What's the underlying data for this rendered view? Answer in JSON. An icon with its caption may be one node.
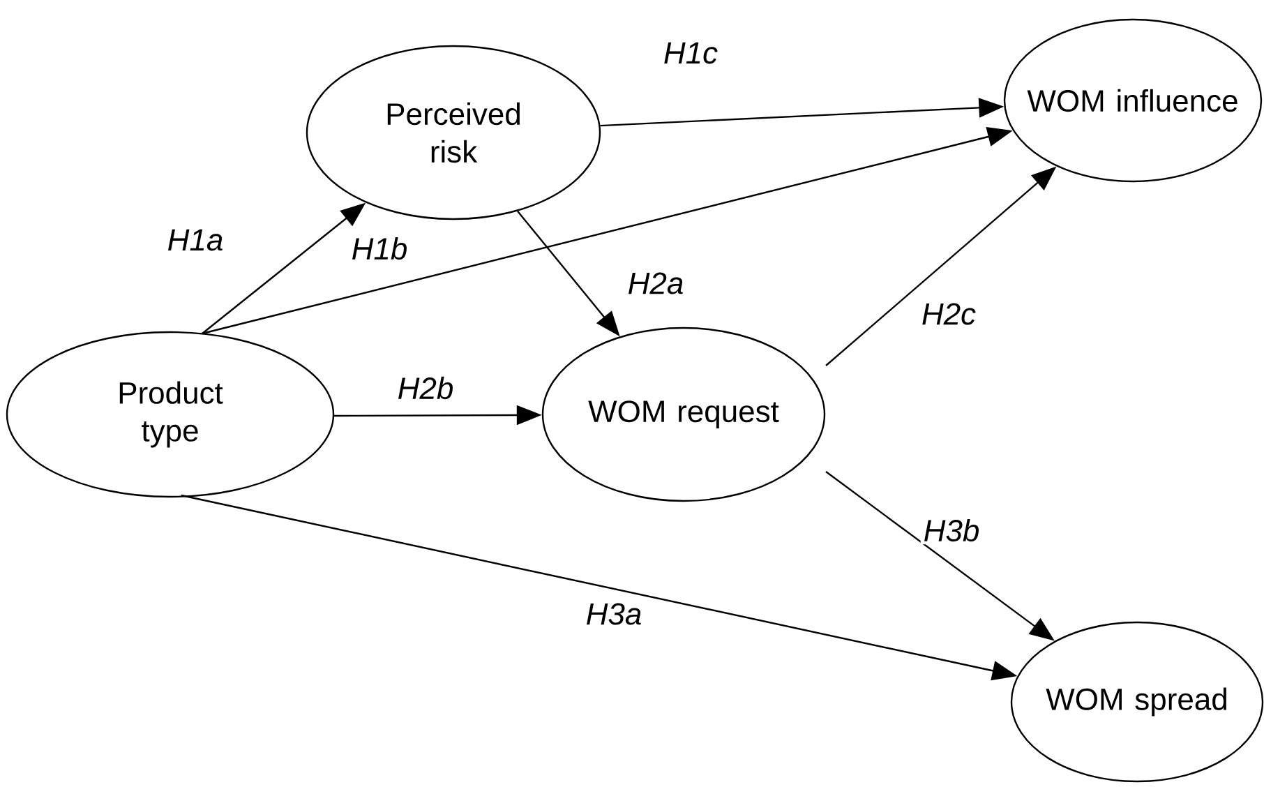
{
  "diagram": {
    "nodes": [
      {
        "text": [
          "Perceived risk"
        ]
      },
      {
        "text": [
          "WOM influence"
        ]
      },
      {
        "text": [
          "Product type"
        ]
      },
      {
        "text": [
          "WOM request"
        ]
      },
      {
        "text": [
          "WOM spread"
        ]
      }
    ],
    "edges": [
      {
        "from": 0,
        "to": 1,
        "arrow": "to",
        "label": "H1c"
      },
      {
        "from": 2,
        "to": 0,
        "arrow": "to",
        "label": "H1a"
      },
      {
        "from": 2,
        "to": 1,
        "arrow": "to",
        "label": "H1b"
      },
      {
        "from": 0,
        "to": 3,
        "arrow": "to",
        "label": "H2a"
      },
      {
        "from": 2,
        "to": 3,
        "arrow": "to",
        "label": "H2b"
      },
      {
        "from": 3,
        "to": 1,
        "arrow": "to",
        "label": "H2c"
      },
      {
        "from": 2,
        "to": 4,
        "arrow": "to",
        "label": "H3a"
      },
      {
        "from": 3,
        "to": 4,
        "arrow": "to",
        "label": "H3b"
      }
    ]
  }
}
